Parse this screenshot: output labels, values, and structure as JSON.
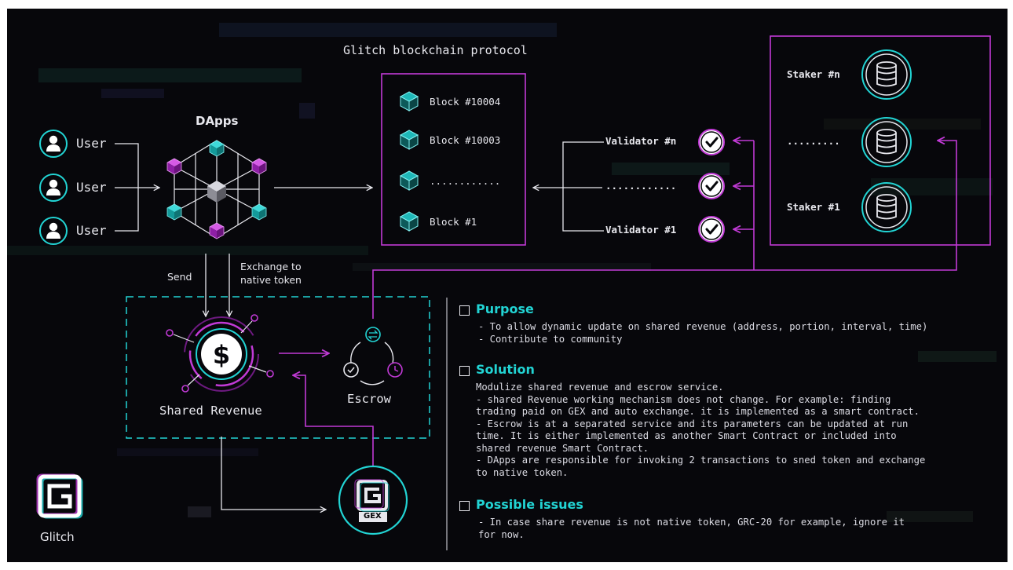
{
  "title": "Glitch blockchain protocol",
  "dapps_label": "DApps",
  "users": [
    "User",
    "User",
    "User"
  ],
  "blocks": [
    "Block #10004",
    "Block #10003",
    "............",
    "Block #1"
  ],
  "validators": [
    "Validator #n",
    "............",
    "Validator #1"
  ],
  "stakers": [
    "Staker #n",
    ".........",
    "Staker #1"
  ],
  "flow_labels": {
    "send": "Send",
    "exchange_line1": "Exchange to",
    "exchange_line2": "native token"
  },
  "shared_revenue_label": "Shared Revenue",
  "escrow_label": "Escrow",
  "gex_label": "GEX",
  "brand": "Glitch",
  "sections": {
    "purpose": {
      "title": "Purpose",
      "lines": [
        "- To allow dynamic update on shared revenue (address, portion, interval, time)",
        "- Contribute to community"
      ]
    },
    "solution": {
      "title": "Solution",
      "lines": [
        "Modulize shared revenue and escrow service.",
        "- shared Revenue working mechanism does not change. For example: finding",
        "trading paid on GEX and auto exchange. it is implemented as a smart contract.",
        "- Escrow is at a separated service and its parameters can be updated at run",
        "time. It is either implemented as another Smart Contract or included into",
        "shared revenue Smart Contract.",
        "- DApps are responsible for invoking 2 transactions to sned token and exchange",
        "to native token."
      ]
    },
    "issues": {
      "title": "Possible issues",
      "lines": [
        "- In case share revenue is not native token, GRC-20 for example, ignore it",
        "for now."
      ]
    }
  },
  "colors": {
    "background": "#07070b",
    "cyan": "#22d4d4",
    "magenta": "#c13ad6",
    "white": "#e8e8ee"
  }
}
